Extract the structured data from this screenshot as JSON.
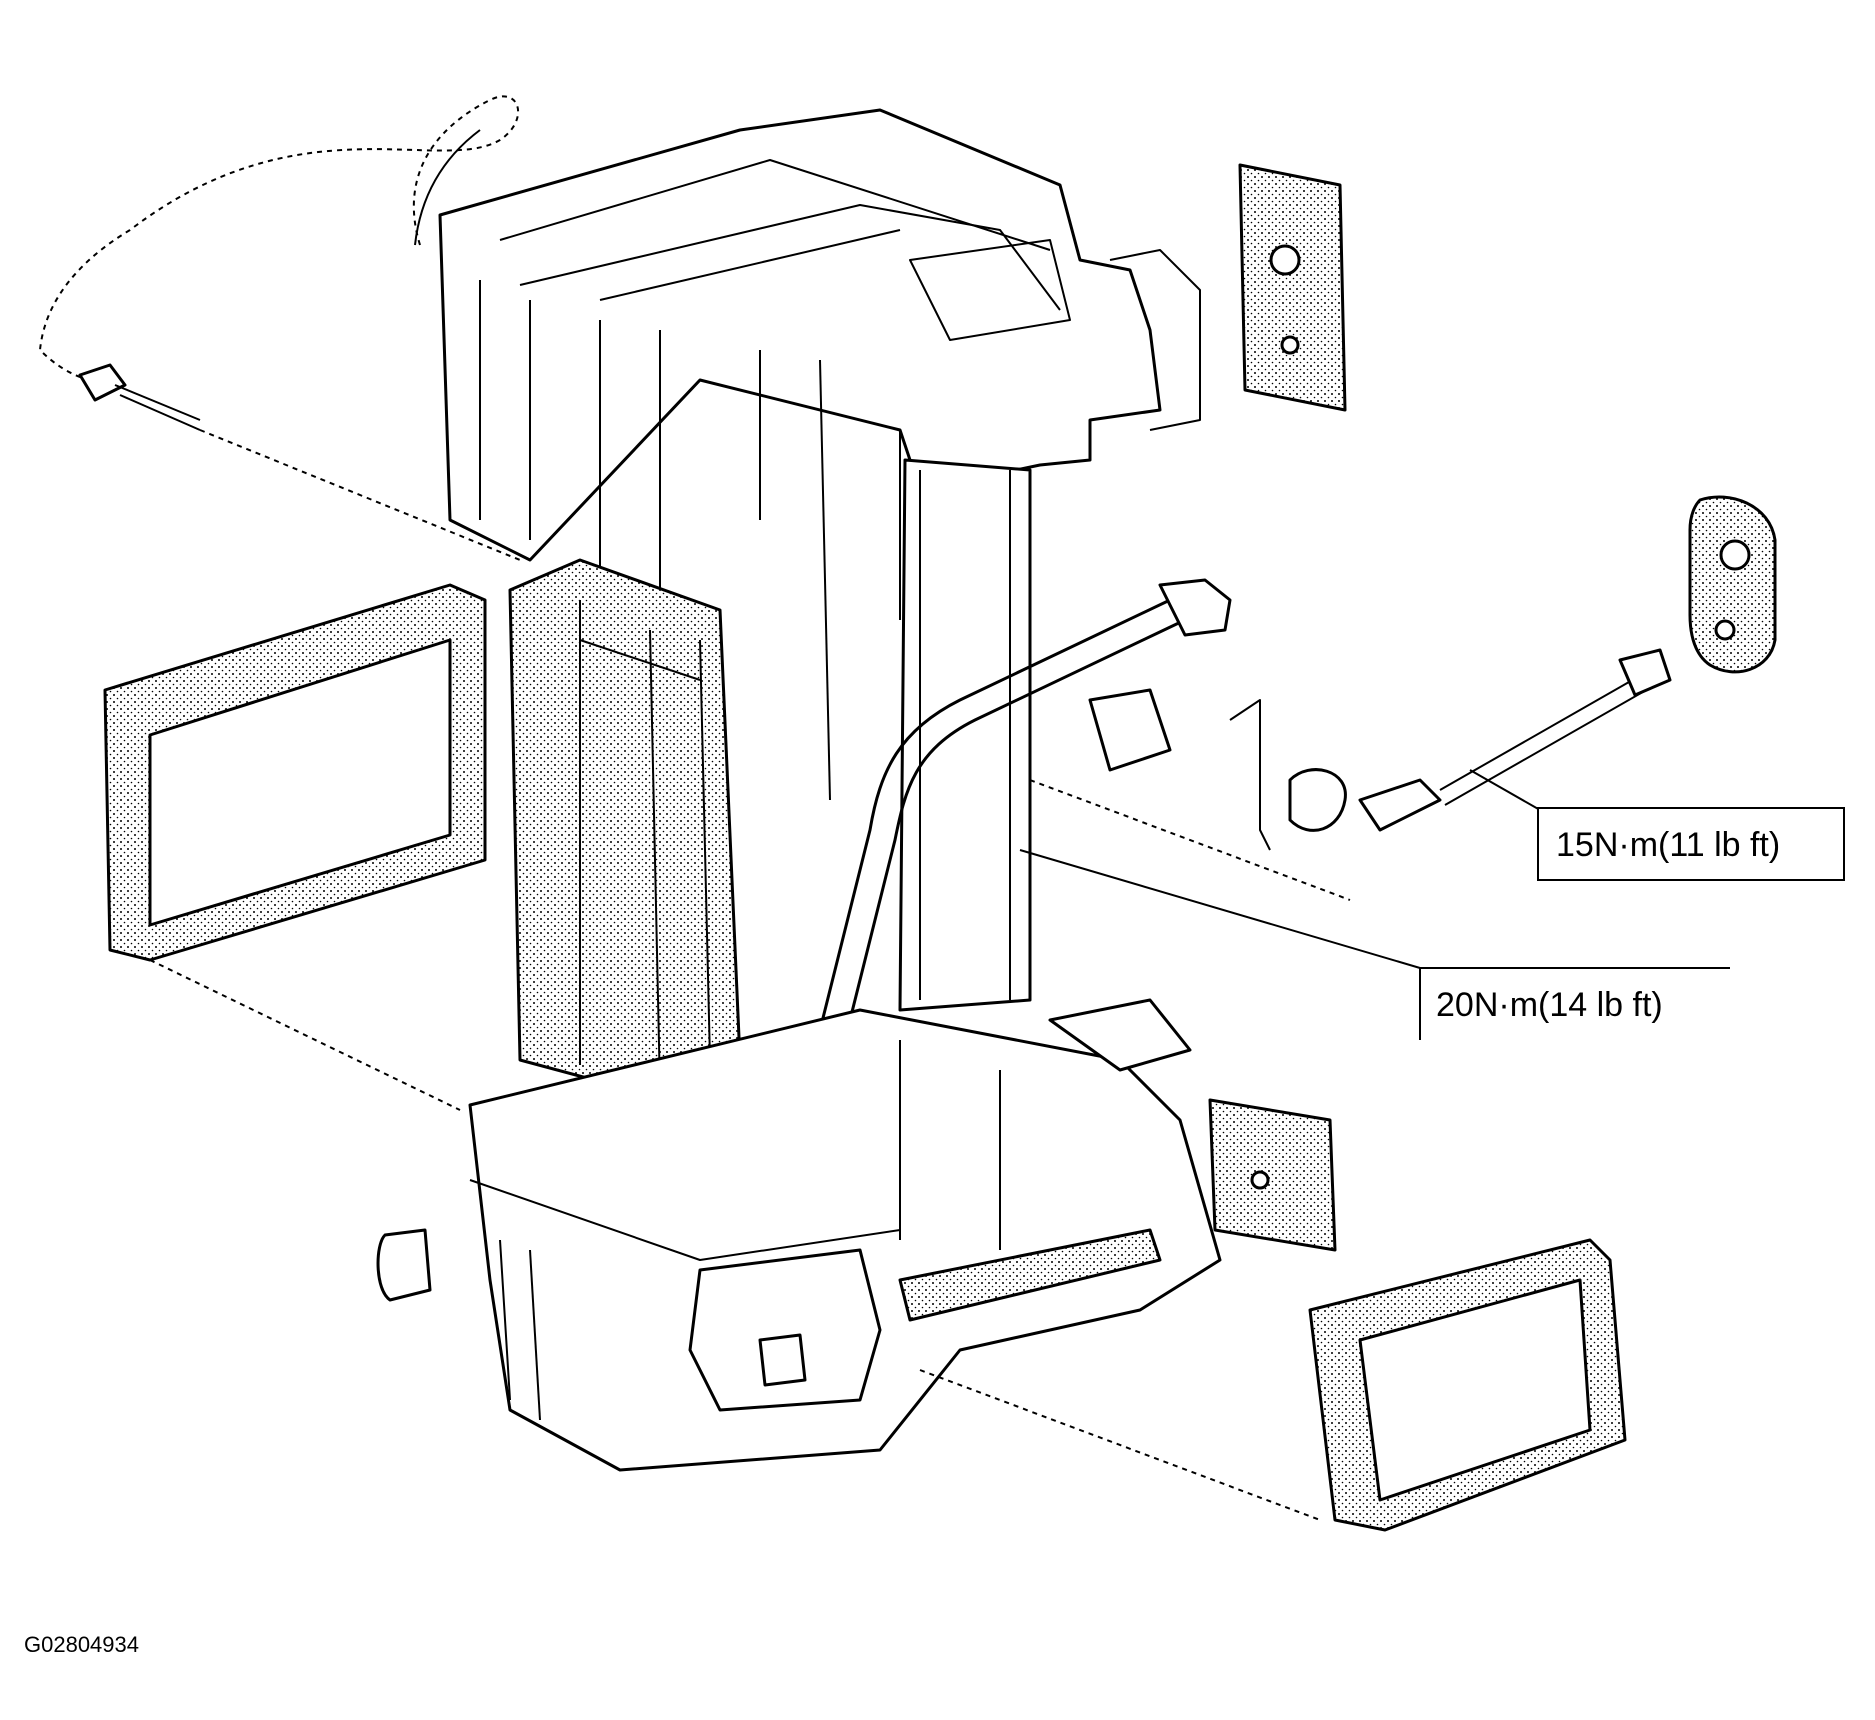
{
  "callouts": {
    "torque_15": "15N·m(11 lb ft)",
    "torque_20": "20N·m(14 lb ft)"
  },
  "figure_id": "G02804934"
}
